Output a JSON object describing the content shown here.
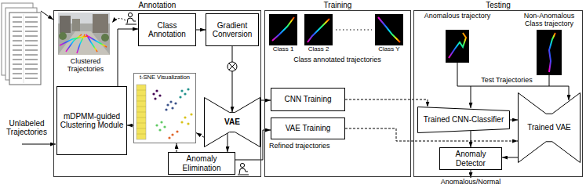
{
  "diagram": {
    "nodes": [
      {
        "text": [
          "Annotation"
        ]
      },
      {
        "text": [
          "Training"
        ]
      },
      {
        "text": [
          "Testing"
        ]
      },
      {
        "text": [
          "mDPMM-guided Clustering Module"
        ],
        "in": 0
      },
      {
        "text": [
          "Class Annotation"
        ],
        "in": 0
      },
      {
        "text": [
          "Gradient Conversion"
        ],
        "in": 0
      },
      {
        "text": [
          "t-SNE Visualization"
        ],
        "in": 0
      },
      {
        "text": [
          "VAE"
        ],
        "in": 0
      },
      {
        "text": [
          "Anomaly Elimination"
        ],
        "in": 0
      },
      {
        "text": [
          "CNN Training"
        ],
        "in": 1
      },
      {
        "text": [
          "VAE Training"
        ],
        "in": 1
      },
      {
        "text": [
          "Trained CNN-Classifier"
        ],
        "in": 2
      },
      {
        "text": [
          "Trained VAE"
        ],
        "in": 2
      },
      {
        "text": [
          "Anomaly Detector"
        ],
        "in": 2
      }
    ],
    "edges": [
      {
        "from": 3,
        "to": 4,
        "arrow": "to"
      },
      {
        "from": 4,
        "to": 5,
        "arrow": "to"
      },
      {
        "from": 5,
        "to": 7,
        "arrow": "to"
      },
      {
        "from": 7,
        "to": 6,
        "arrow": "to"
      },
      {
        "from": 6,
        "to": 3,
        "arrow": "to"
      },
      {
        "from": 7,
        "to": 8,
        "arrow": "to"
      },
      {
        "from": 8,
        "to": 6,
        "arrow": "to"
      },
      {
        "from": 7,
        "to": 9,
        "arrow": "to"
      },
      {
        "from": 8,
        "to": 10,
        "arrow": "to",
        "label": "Refined trajectories"
      },
      {
        "from": 9,
        "to": 11,
        "arrow": "to"
      },
      {
        "from": 10,
        "to": 12,
        "arrow": "to"
      },
      {
        "from": 11,
        "to": 12,
        "arrow": "to"
      },
      {
        "from": 11,
        "to": 13,
        "arrow": "to"
      },
      {
        "from": 12,
        "to": 13,
        "arrow": "to"
      }
    ],
    "labels": [
      "Unlabeled Trajectories",
      "Clustered Trajectories",
      "Class 1",
      "Class 2",
      "Class Y",
      "Class annotated trajectories",
      "Anomalous trajectory",
      "Non-Anomalous Class trajectory",
      "Test Trajectories",
      "Anomalous/Normal"
    ]
  }
}
